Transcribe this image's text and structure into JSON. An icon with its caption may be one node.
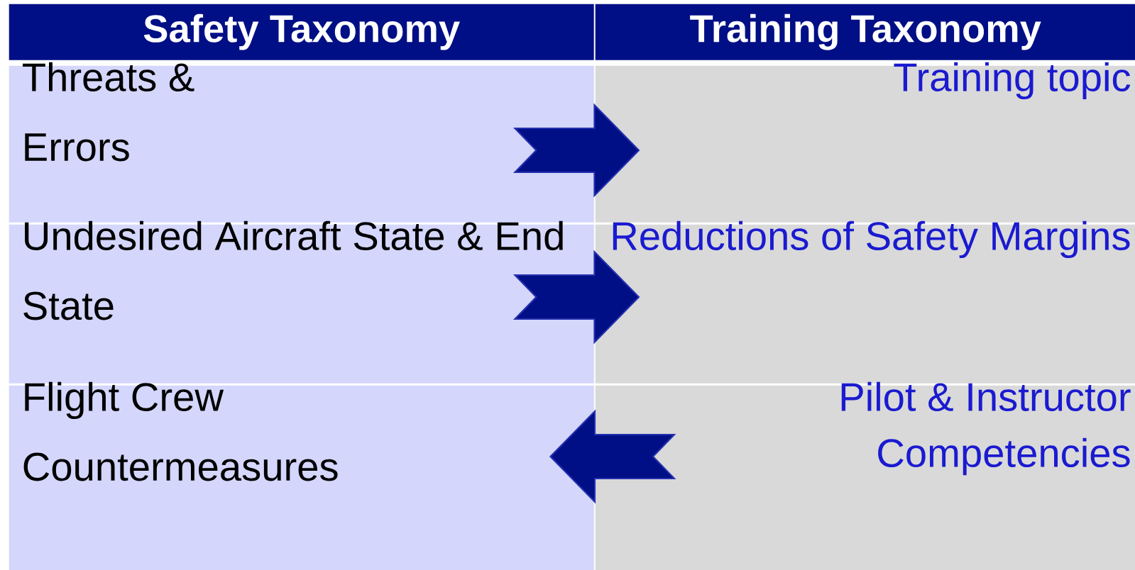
{
  "diagram": {
    "nodes": [
      {
        "text": [
          "Safety Taxonomy"
        ]
      },
      {
        "text": [
          "Training Taxonomy"
        ]
      },
      {
        "text": [
          "Threats & Errors"
        ]
      },
      {
        "text": [
          "Training topic"
        ]
      },
      {
        "text": [
          "Undesired Aircraft State & End State"
        ]
      },
      {
        "text": [
          "Reductions of Safety Margins"
        ]
      },
      {
        "text": [
          "Flight Crew Countermeasures"
        ]
      },
      {
        "text": [
          "Pilot & Instructor Competencies"
        ]
      }
    ],
    "edges": [
      {
        "from": 2,
        "to": 3,
        "arrow": "to"
      },
      {
        "from": 4,
        "to": 5,
        "arrow": "to"
      },
      {
        "from": 7,
        "to": 6,
        "arrow": "to"
      }
    ]
  }
}
